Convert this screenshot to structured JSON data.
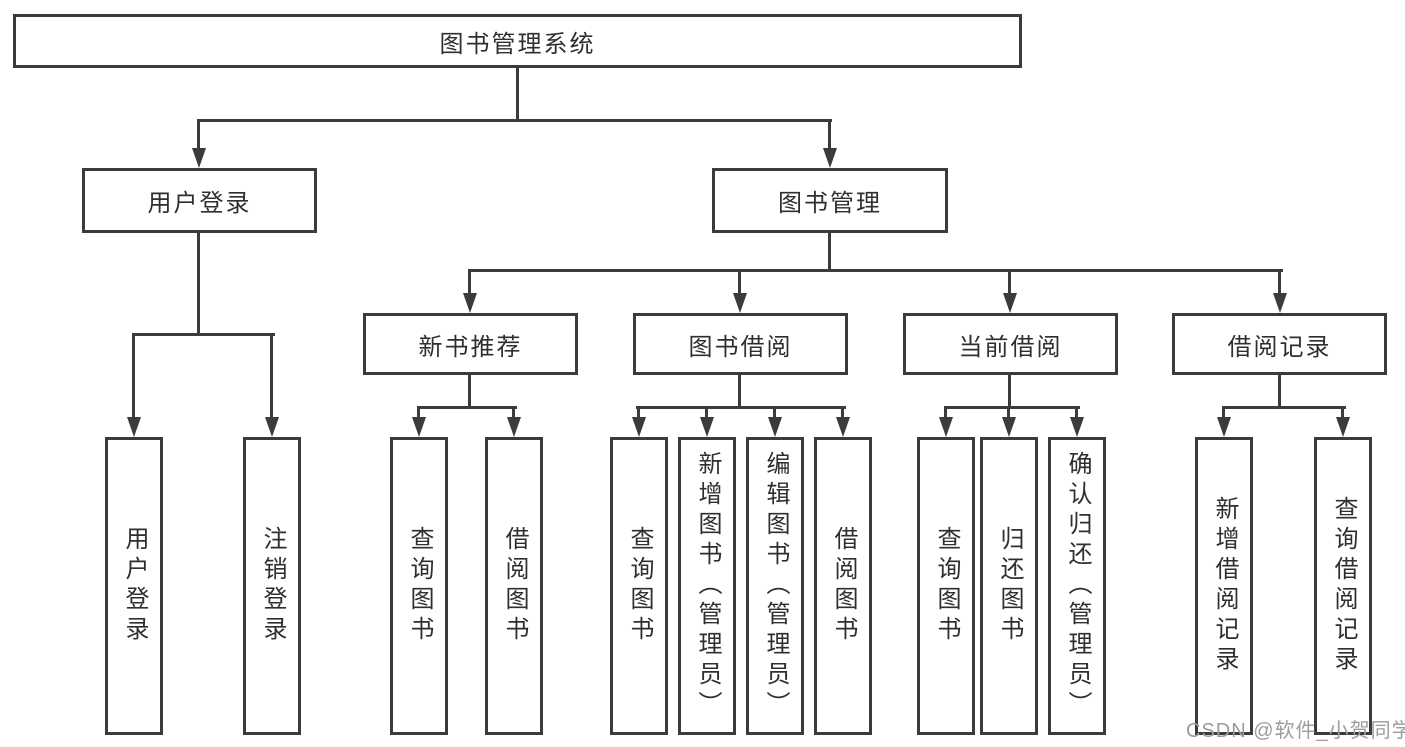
{
  "nodes": {
    "root": "图书管理系统",
    "l2_user_login": "用户登录",
    "l2_book_mgmt": "图书管理",
    "l3_new_book": "新书推荐",
    "l3_book_borrow": "图书借阅",
    "l3_current_borrow": "当前借阅",
    "l3_borrow_records": "借阅记录",
    "leaf_user_login": "用户登录",
    "leaf_logout": "注销登录",
    "leaf_nb_query": "查询图书",
    "leaf_nb_borrow": "借阅图书",
    "leaf_bb_query": "查询图书",
    "leaf_bb_add": "新增图书（管理员）",
    "leaf_bb_edit": "编辑图书（管理员）",
    "leaf_bb_borrow": "借阅图书",
    "leaf_cb_query": "查询图书",
    "leaf_cb_return": "归还图书",
    "leaf_cb_confirm": "确认归还（管理员）",
    "leaf_rc_add": "新增借阅记录",
    "leaf_rc_query": "查询借阅记录"
  },
  "watermark": "CSDN @软件_小贺同学",
  "colors": {
    "line": "#3b3b3b",
    "text": "#2f2f2f",
    "watermark": "#9c9c9c",
    "background": "#ffffff"
  }
}
